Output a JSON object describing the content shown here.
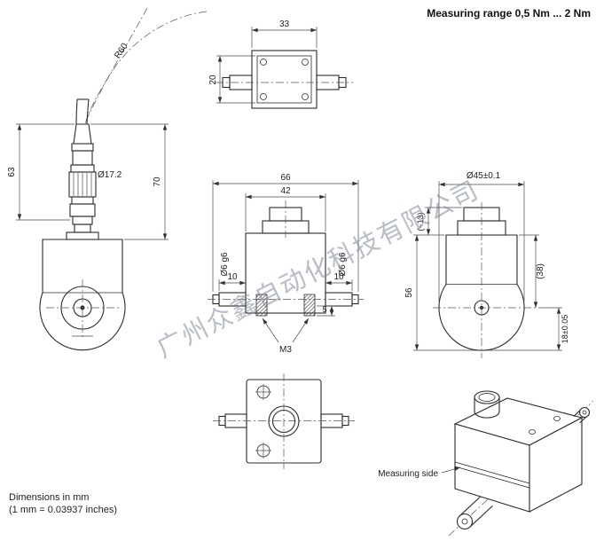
{
  "title": "Measuring range 0,5 Nm ... 2 Nm",
  "watermark": "广州众鑫自动化科技有限公司",
  "footer": {
    "line1": "Dimensions in mm",
    "line2": "(1 mm = 0.03937 inches)"
  },
  "labels": {
    "measuring_side": "Measuring side",
    "cable_radius": "R60"
  },
  "dims": {
    "top_view": {
      "width": "33",
      "depth": "20"
    },
    "connector": {
      "length": "63",
      "diameter": "Ø17.2",
      "overall": "70"
    },
    "front_view": {
      "overall_width": "66",
      "body_width": "42",
      "shaft_dia_left": "Ø6 g6",
      "shaft_dia_right": "Ø6 g6",
      "shaft_len_left": "10",
      "shaft_len_right": "10",
      "thread": "M3",
      "foot_height": "5"
    },
    "side_view": {
      "plug_height": "(~13)",
      "outer_diameter": "Ø45±0.1",
      "total_height": "56",
      "body_height": "(38)",
      "axis_height": "18±0.05"
    }
  },
  "colors": {
    "line": "#2b2b2b",
    "watermark": "#7d8798"
  }
}
